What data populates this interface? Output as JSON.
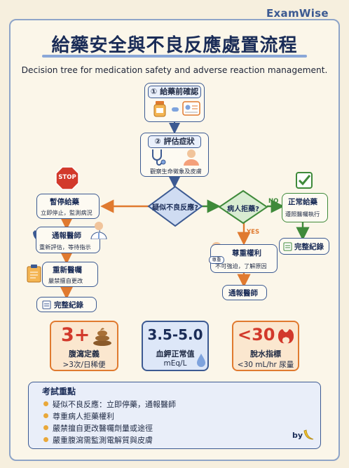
{
  "brand": "ExamWise",
  "title": "給藥安全與不良反應處置流程",
  "subtitle": "Decision tree for medication safety and adverse reaction management.",
  "steps": {
    "step1": "① 給藥前確認",
    "step2": "② 評估症狀",
    "step2_caption": "觀察生命徵象及皮膚"
  },
  "decisions": {
    "adverse": "疑似不良反應?",
    "refuse": "病人拒藥?"
  },
  "branch_labels": {
    "no": "NO",
    "yes": "YES"
  },
  "left_branch": {
    "stop_sign": "STOP",
    "stop_title": "暫停給藥",
    "stop_desc": "立即停止，監測病況",
    "notify_title": "通報醫師",
    "notify_desc": "重新評估，等待指示",
    "reorder_title": "重新醫囑",
    "reorder_desc": "嚴禁擅自更改",
    "complete": "完整紀錄"
  },
  "right_branch": {
    "normal_title": "正常給藥",
    "normal_desc": "遵照醫囑執行",
    "complete": "完整紀錄",
    "respect_title": "尊重權利",
    "respect_desc": "不可強迫，了解原因",
    "badge": "尊重",
    "notify": "通報醫師"
  },
  "tiles": [
    {
      "big": "3+",
      "line1": "腹瀉定義",
      "line2": ">3次/日稀便"
    },
    {
      "big": "3.5-5.0",
      "line1": "血鉀正常值",
      "line2": "mEq/L"
    },
    {
      "big": "<30",
      "line1": "脫水指標",
      "line2": "<30 mL/hr 尿量"
    }
  ],
  "key_points": {
    "heading": "考試重點",
    "items": [
      "疑似不良反應：立即停藥，通報醫師",
      "尊重病人拒藥權利",
      "嚴禁擅自更改醫囑劑量或途徑",
      "嚴重腹瀉需監測電解質與皮膚"
    ],
    "by": "by"
  },
  "colors": {
    "navy": "#1a2c57",
    "border_blue": "#3c5a92",
    "orange": "#e07a2f",
    "green": "#3f8a3a",
    "red": "#d2392b"
  }
}
